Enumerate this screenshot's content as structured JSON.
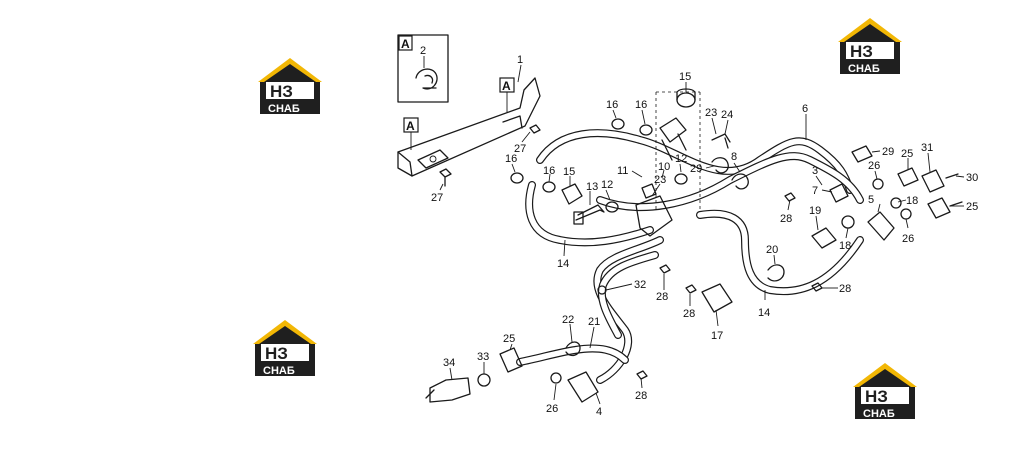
{
  "watermark": {
    "logo_letters": "НЗ",
    "brand_text": "СНАБ",
    "colors": {
      "roof": "#f2b705",
      "house": "#1f1f1f",
      "letter": "#f2b705"
    }
  },
  "detail_marker": "A",
  "callouts": [
    "1",
    "2",
    "3",
    "4",
    "5",
    "6",
    "7",
    "8",
    "10",
    "11",
    "12",
    "13",
    "14",
    "15",
    "16",
    "17",
    "18",
    "19",
    "20",
    "21",
    "22",
    "23",
    "24",
    "25",
    "26",
    "27",
    "28",
    "29",
    "30",
    "31",
    "32",
    "33",
    "34"
  ],
  "colors": {
    "line": "#1a1a1a",
    "background": "#ffffff"
  }
}
